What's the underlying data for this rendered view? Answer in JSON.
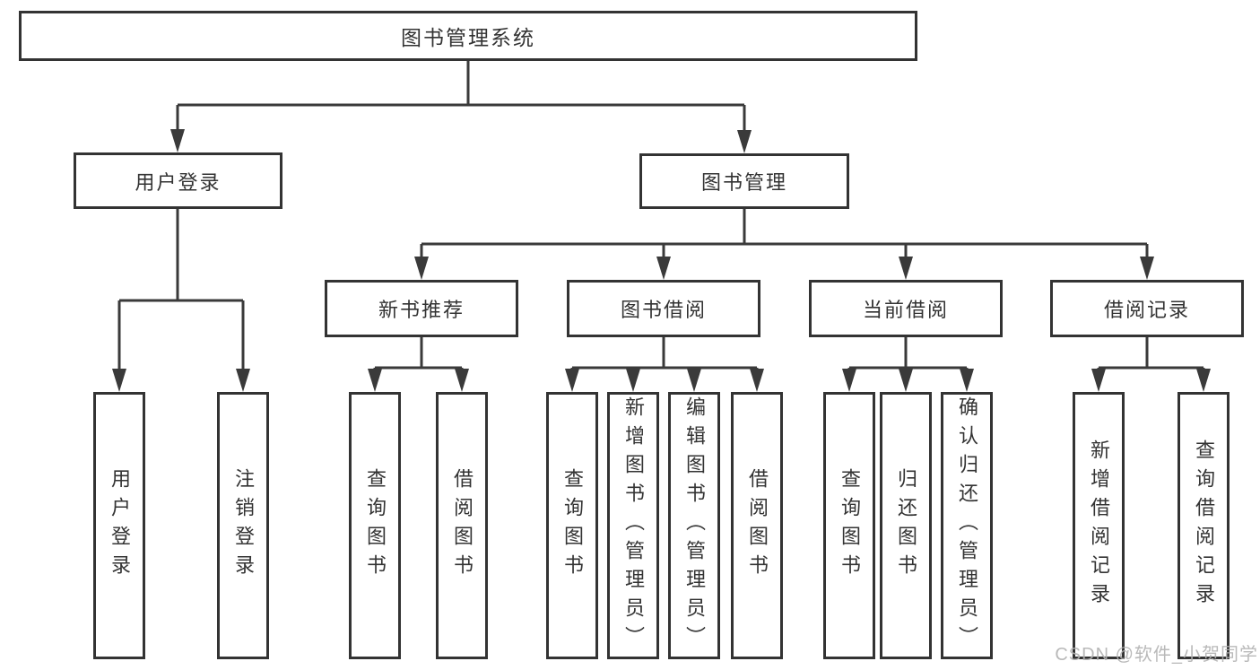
{
  "tree": {
    "root": {
      "label": "图书管理系统",
      "children": [
        {
          "label": "用户登录",
          "children": [
            {
              "label": "用户登录"
            },
            {
              "label": "注销登录"
            }
          ]
        },
        {
          "label": "图书管理",
          "children": [
            {
              "label": "新书推荐",
              "children": [
                {
                  "label": "查询图书"
                },
                {
                  "label": "借阅图书"
                }
              ]
            },
            {
              "label": "图书借阅",
              "children": [
                {
                  "label": "查询图书"
                },
                {
                  "label": "新增图书（管理员）"
                },
                {
                  "label": "编辑图书（管理员）"
                },
                {
                  "label": "借阅图书"
                }
              ]
            },
            {
              "label": "当前借阅",
              "children": [
                {
                  "label": "查询图书"
                },
                {
                  "label": "归还图书"
                },
                {
                  "label": "确认归还（管理员）"
                }
              ]
            },
            {
              "label": "借阅记录",
              "children": [
                {
                  "label": "新增借阅记录"
                },
                {
                  "label": "查询借阅记录"
                }
              ]
            }
          ]
        }
      ]
    }
  },
  "watermark": "CSDN @软件_小贺同学",
  "colors": {
    "line": "#3a3a3a",
    "box_border": "#333333",
    "text": "#333333",
    "background": "#ffffff",
    "watermark": "#b1b1b1"
  }
}
